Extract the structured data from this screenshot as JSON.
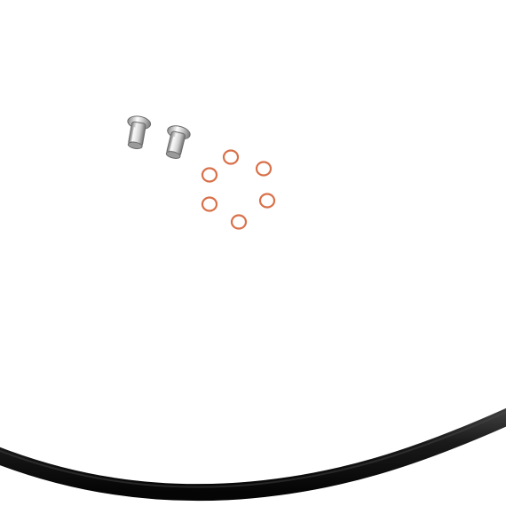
{
  "scene": {
    "background": "#ffffff",
    "objects": {
      "hose": {
        "name": "brake-hose",
        "color": "#111111"
      },
      "banjo_bolts": {
        "name": "banjo-bolt",
        "count": 2,
        "color": "#c8c8c8"
      },
      "crush_washers": {
        "name": "copper-crush-washer",
        "count": 6,
        "color": "#d9714a"
      }
    }
  }
}
